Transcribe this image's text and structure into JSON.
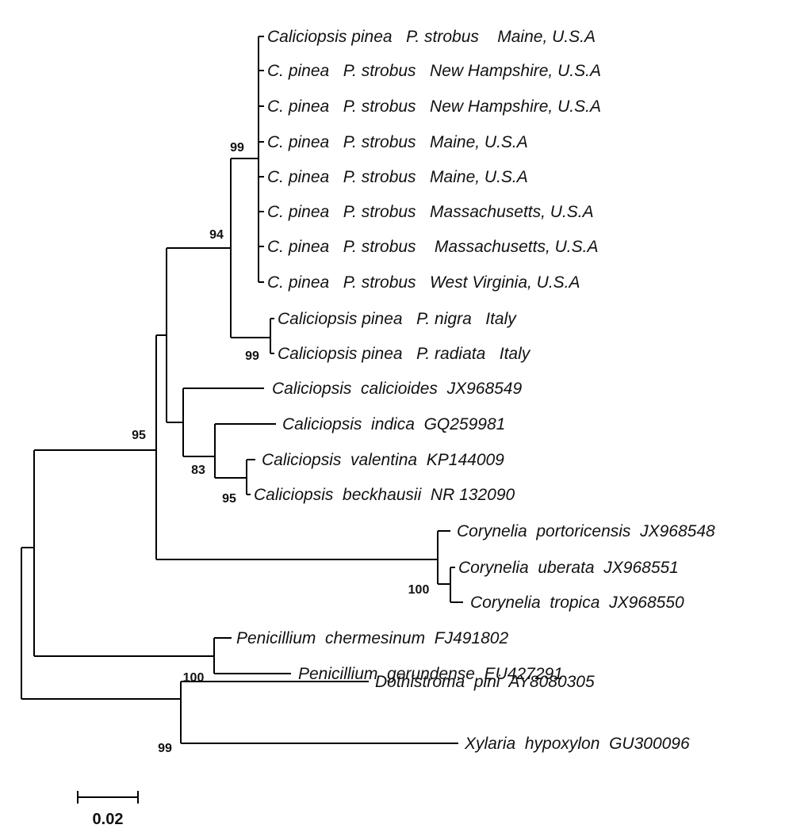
{
  "tree": {
    "branch_color": "#000000",
    "label_color": "#111111",
    "taxa": [
      "Caliciopsis pinea   P. strobus    Maine, U.S.A",
      "C. pinea   P. strobus   New Hampshire, U.S.A",
      "C. pinea   P. strobus   New Hampshire, U.S.A",
      "C. pinea   P. strobus   Maine, U.S.A",
      "C. pinea   P. strobus   Maine, U.S.A",
      "C. pinea   P. strobus   Massachusetts, U.S.A",
      "C. pinea   P. strobus    Massachusetts, U.S.A",
      "C. pinea   P. strobus   West Virginia, U.S.A",
      "Caliciopsis pinea   P. nigra   Italy",
      "Caliciopsis pinea   P. radiata   Italy",
      "Caliciopsis  calicioides  JX968549",
      "Caliciopsis  indica  GQ259981",
      "Caliciopsis  valentina  KP144009",
      "Caliciopsis  beckhausii  NR 132090",
      "Corynelia  portoricensis  JX968548",
      "Corynelia  uberata  JX968551",
      "Corynelia  tropica  JX968550",
      "Penicillium  chermesinum  FJ491802",
      "Penicillium  gerundense  EU427291",
      "Dothistroma  pini  AY8080305",
      "Xylaria  hypoxylon  GU300096"
    ],
    "support_values": [
      "99",
      "94",
      "99",
      "83",
      "95",
      "95",
      "100",
      "100",
      "99"
    ],
    "scale_bar": {
      "label": "0.02",
      "length": 0.02
    }
  }
}
